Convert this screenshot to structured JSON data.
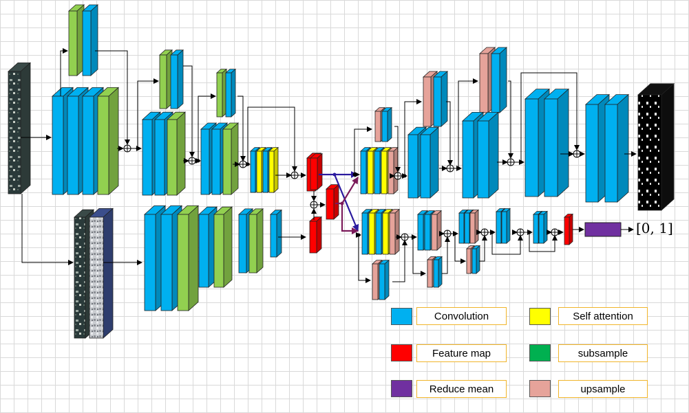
{
  "legend": {
    "convolution": "Convolution",
    "feature_map": "Feature map",
    "reduce_mean": "Reduce mean",
    "self_attention": "Self attention",
    "subsample": "subsample",
    "upsample": "upsample"
  },
  "output_range": "[0, 1]",
  "colors": {
    "convolution": "#00b0f0",
    "feature_map": "#ff0000",
    "reduce_mean": "#7030a0",
    "self_attention": "#ffff00",
    "subsample": "#00b050",
    "subsample_blocks": "#92d050",
    "upsample": "#e6a39a",
    "arrow_blue": "#2b1a9e",
    "arrow_purple": "#7b1a5a"
  },
  "icons": [
    "sum-node-icon",
    "arrow-icon",
    "input-image-icon",
    "output-mask-icon"
  ]
}
